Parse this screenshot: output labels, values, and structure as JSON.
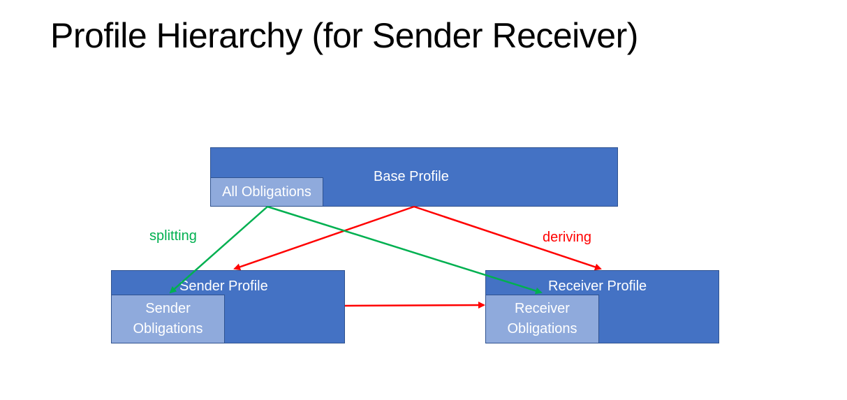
{
  "title": "Profile Hierarchy (for Sender Receiver)",
  "nodes": {
    "base_profile": "Base Profile",
    "all_obligations": "All Obligations",
    "sender_profile": "Sender Profile",
    "sender_obligations": [
      "Sender",
      "Obligations"
    ],
    "receiver_profile": "Receiver Profile",
    "receiver_obligations": [
      "Receiver",
      "Obligations"
    ]
  },
  "edges": {
    "splitting_label": "splitting",
    "deriving_label": "deriving"
  },
  "colors": {
    "box_fill": "#4472c4",
    "sub_box_fill": "#8faadc",
    "border": "#2f528f",
    "splitting": "#00b050",
    "deriving": "#ff0000"
  }
}
